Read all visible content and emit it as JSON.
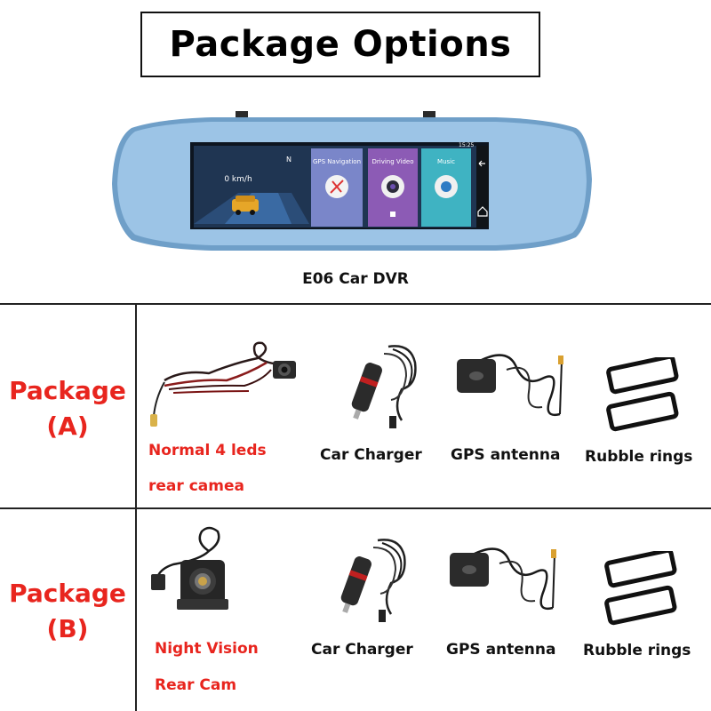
{
  "title": "Package Options",
  "product": {
    "caption": "E06 Car DVR",
    "screen": {
      "speed": "0 km/h",
      "compass": "N",
      "time": "15:25",
      "apps": [
        "GPS Navigation",
        "Driving Video",
        "Music"
      ]
    }
  },
  "packages": [
    {
      "label_line1": "Package",
      "label_line2": "(A)",
      "items": [
        {
          "icon": "rear-camera-cable-icon",
          "lines": [
            "Normal 4 leds",
            "rear camea"
          ],
          "highlight": true
        },
        {
          "icon": "car-charger-icon",
          "lines": [
            "Car Charger"
          ]
        },
        {
          "icon": "gps-antenna-icon",
          "lines": [
            "GPS antenna"
          ]
        },
        {
          "icon": "rubber-rings-icon",
          "lines": [
            "Rubble rings"
          ]
        }
      ]
    },
    {
      "label_line1": "Package",
      "label_line2": "(B)",
      "items": [
        {
          "icon": "night-vision-camera-icon",
          "lines": [
            "Night Vision",
            "Rear Cam"
          ],
          "highlight": true
        },
        {
          "icon": "car-charger-icon",
          "lines": [
            "Car Charger"
          ]
        },
        {
          "icon": "gps-antenna-icon",
          "lines": [
            "GPS antenna"
          ]
        },
        {
          "icon": "rubber-rings-icon",
          "lines": [
            "Rubble rings"
          ]
        }
      ]
    }
  ],
  "colors": {
    "package_label": "#e8251e",
    "mirror_frame": "#8ab6dc",
    "screen_bg": "#1f3552"
  }
}
